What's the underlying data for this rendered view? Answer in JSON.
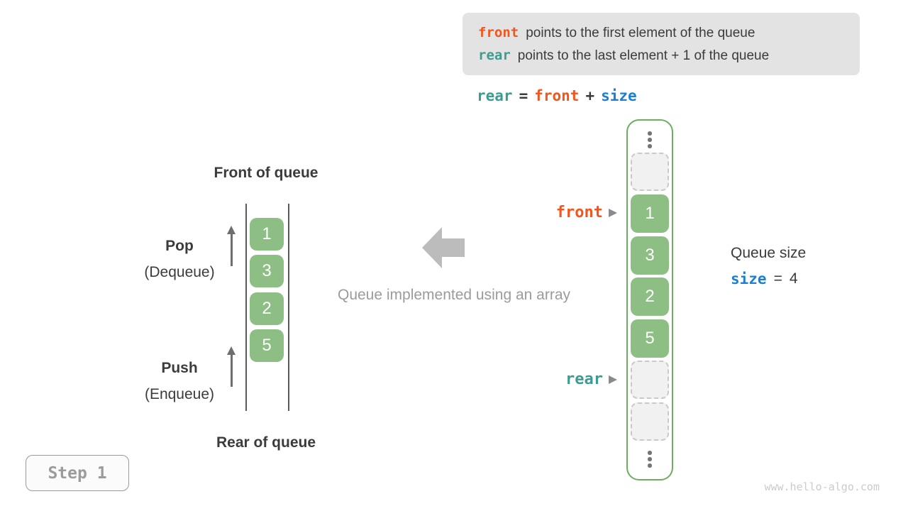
{
  "colors": {
    "keyword_orange": "#F0561E",
    "keyword_teal": "#3D9C92",
    "keyword_blue": "#1E7FD1",
    "cell_green": "#8DBE83",
    "container_border_green": "#6CAE60",
    "legend_background": "#E3E3E3",
    "muted_gray_text": "#9B9B9B"
  },
  "legend": {
    "line1": {
      "keyword": "front",
      "text": "points to the first element of the queue"
    },
    "line2": {
      "keyword": "rear",
      "text": "points to the last element + 1 of the queue"
    }
  },
  "formula": {
    "rear": "rear",
    "eq": "=",
    "front": "front",
    "plus": "+",
    "size": "size"
  },
  "left_queue": {
    "front_label": "Front of queue",
    "rear_label": "Rear of queue",
    "pop": {
      "label": "Pop",
      "sub": "(Dequeue)"
    },
    "push": {
      "label": "Push",
      "sub": "(Enqueue)"
    },
    "values": [
      "1",
      "3",
      "2",
      "5"
    ]
  },
  "middle": {
    "caption": "Queue implemented using an array"
  },
  "array": {
    "cells": [
      {
        "type": "dots"
      },
      {
        "type": "empty"
      },
      {
        "type": "value",
        "value": "1"
      },
      {
        "type": "value",
        "value": "3"
      },
      {
        "type": "value",
        "value": "2"
      },
      {
        "type": "value",
        "value": "5"
      },
      {
        "type": "empty"
      },
      {
        "type": "empty"
      },
      {
        "type": "dots"
      }
    ]
  },
  "pointers": {
    "front": "front",
    "rear": "rear"
  },
  "size_info": {
    "title": "Queue size",
    "keyword": "size",
    "eq": "=",
    "value": "4"
  },
  "step": {
    "label": "Step 1"
  },
  "footer": {
    "watermark": "www.hello-algo.com"
  }
}
